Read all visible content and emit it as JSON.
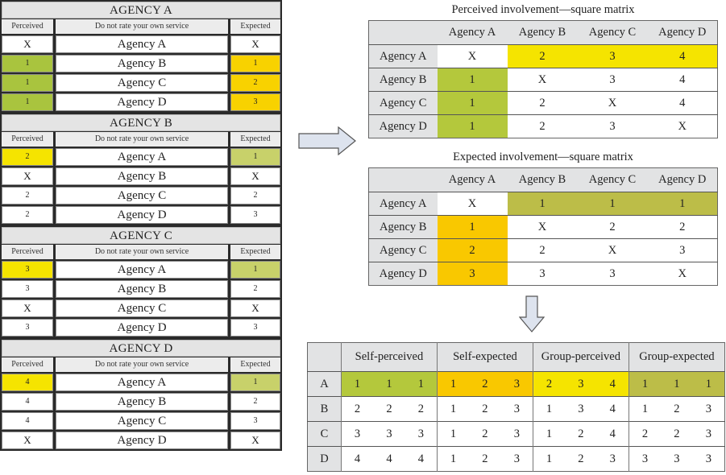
{
  "colors": {
    "green": "#b4c83c",
    "orange": "#f9c800",
    "yellow": "#f5e400",
    "olive": "#bcbd48",
    "gold": "#f8d200",
    "light_olive": "#c8d16a",
    "header_gray": "#e2e3e4",
    "border_dark": "#2a2a2a",
    "arrow_fill": "#dde3ee"
  },
  "agency_forms": [
    {
      "title": "AGENCY A",
      "headers": {
        "perceived": "Perceived",
        "middle": "Do not rate your own service",
        "expected": "Expected"
      },
      "rows": [
        {
          "perceived": "X",
          "agency": "Agency A",
          "expected": "X",
          "perceived_color": "",
          "expected_color": ""
        },
        {
          "perceived": "1",
          "agency": "Agency B",
          "expected": "1",
          "perceived_color": "#a9c43e",
          "expected_color": "#f8d200"
        },
        {
          "perceived": "1",
          "agency": "Agency C",
          "expected": "2",
          "perceived_color": "#a9c43e",
          "expected_color": "#f8d200"
        },
        {
          "perceived": "1",
          "agency": "Agency D",
          "expected": "3",
          "perceived_color": "#a9c43e",
          "expected_color": "#f8d200"
        }
      ]
    },
    {
      "title": "AGENCY B",
      "headers": {
        "perceived": "Perceived",
        "middle": "Do not rate your own service",
        "expected": "Expected"
      },
      "rows": [
        {
          "perceived": "2",
          "agency": "Agency A",
          "expected": "1",
          "perceived_color": "#f5e400",
          "expected_color": "#c8d16a"
        },
        {
          "perceived": "X",
          "agency": "Agency B",
          "expected": "X",
          "perceived_color": "",
          "expected_color": ""
        },
        {
          "perceived": "2",
          "agency": "Agency C",
          "expected": "2",
          "perceived_color": "",
          "expected_color": ""
        },
        {
          "perceived": "2",
          "agency": "Agency D",
          "expected": "3",
          "perceived_color": "",
          "expected_color": ""
        }
      ]
    },
    {
      "title": "AGENCY C",
      "headers": {
        "perceived": "Perceived",
        "middle": "Do not rate your own service",
        "expected": "Expected"
      },
      "rows": [
        {
          "perceived": "3",
          "agency": "Agency A",
          "expected": "1",
          "perceived_color": "#f5e400",
          "expected_color": "#c8d16a"
        },
        {
          "perceived": "3",
          "agency": "Agency B",
          "expected": "2",
          "perceived_color": "",
          "expected_color": ""
        },
        {
          "perceived": "X",
          "agency": "Agency C",
          "expected": "X",
          "perceived_color": "",
          "expected_color": ""
        },
        {
          "perceived": "3",
          "agency": "Agency D",
          "expected": "3",
          "perceived_color": "",
          "expected_color": ""
        }
      ]
    },
    {
      "title": "AGENCY D",
      "headers": {
        "perceived": "Perceived",
        "middle": "Do not rate your own service",
        "expected": "Expected"
      },
      "rows": [
        {
          "perceived": "4",
          "agency": "Agency A",
          "expected": "1",
          "perceived_color": "#f5e400",
          "expected_color": "#c8d16a"
        },
        {
          "perceived": "4",
          "agency": "Agency B",
          "expected": "2",
          "perceived_color": "",
          "expected_color": ""
        },
        {
          "perceived": "4",
          "agency": "Agency C",
          "expected": "3",
          "perceived_color": "",
          "expected_color": ""
        },
        {
          "perceived": "X",
          "agency": "Agency D",
          "expected": "X",
          "perceived_color": "",
          "expected_color": ""
        }
      ]
    }
  ],
  "perceived_matrix": {
    "title": "Perceived involvement—square matrix",
    "columns": [
      "",
      "Agency A",
      "Agency B",
      "Agency C",
      "Agency D"
    ],
    "rows": [
      {
        "label": "Agency A",
        "cells": [
          "X",
          "2",
          "3",
          "4"
        ],
        "colors": [
          "",
          "#f5e400",
          "#f5e400",
          "#f5e400"
        ]
      },
      {
        "label": "Agency B",
        "cells": [
          "1",
          "X",
          "3",
          "4"
        ],
        "colors": [
          "#b4c83c",
          "",
          "",
          ""
        ]
      },
      {
        "label": "Agency C",
        "cells": [
          "1",
          "2",
          "X",
          "4"
        ],
        "colors": [
          "#b4c83c",
          "",
          "",
          ""
        ]
      },
      {
        "label": "Agency D",
        "cells": [
          "1",
          "2",
          "3",
          "X"
        ],
        "colors": [
          "#b4c83c",
          "",
          "",
          ""
        ]
      }
    ]
  },
  "expected_matrix": {
    "title": "Expected involvement—square matrix",
    "columns": [
      "",
      "Agency A",
      "Agency B",
      "Agency C",
      "Agency D"
    ],
    "rows": [
      {
        "label": "Agency A",
        "cells": [
          "X",
          "1",
          "1",
          "1"
        ],
        "colors": [
          "",
          "#bcbd48",
          "#bcbd48",
          "#bcbd48"
        ]
      },
      {
        "label": "Agency B",
        "cells": [
          "1",
          "X",
          "2",
          "2"
        ],
        "colors": [
          "#f9c800",
          "",
          "",
          ""
        ]
      },
      {
        "label": "Agency C",
        "cells": [
          "2",
          "2",
          "X",
          "3"
        ],
        "colors": [
          "#f9c800",
          "",
          "",
          ""
        ]
      },
      {
        "label": "Agency D",
        "cells": [
          "3",
          "3",
          "3",
          "X"
        ],
        "colors": [
          "#f9c800",
          "",
          "",
          ""
        ]
      }
    ]
  },
  "summary_table": {
    "groups": [
      "Self-perceived",
      "Self-expected",
      "Group-perceived",
      "Group-expected"
    ],
    "group_colors_row_a": [
      "#b4c83c",
      "#f9c800",
      "#f5e400",
      "#bcbd48"
    ],
    "rows": [
      {
        "label": "A",
        "values": [
          [
            "1",
            "1",
            "1"
          ],
          [
            "1",
            "2",
            "3"
          ],
          [
            "2",
            "3",
            "4"
          ],
          [
            "1",
            "1",
            "1"
          ]
        ]
      },
      {
        "label": "B",
        "values": [
          [
            "2",
            "2",
            "2"
          ],
          [
            "1",
            "2",
            "3"
          ],
          [
            "1",
            "3",
            "4"
          ],
          [
            "1",
            "2",
            "3"
          ]
        ]
      },
      {
        "label": "C",
        "values": [
          [
            "3",
            "3",
            "3"
          ],
          [
            "1",
            "2",
            "3"
          ],
          [
            "1",
            "2",
            "4"
          ],
          [
            "2",
            "2",
            "3"
          ]
        ]
      },
      {
        "label": "D",
        "values": [
          [
            "4",
            "4",
            "4"
          ],
          [
            "1",
            "2",
            "3"
          ],
          [
            "1",
            "2",
            "3"
          ],
          [
            "3",
            "3",
            "3"
          ]
        ]
      }
    ]
  },
  "arrows": {
    "right": "arrow-right-icon",
    "down": "arrow-down-icon"
  }
}
